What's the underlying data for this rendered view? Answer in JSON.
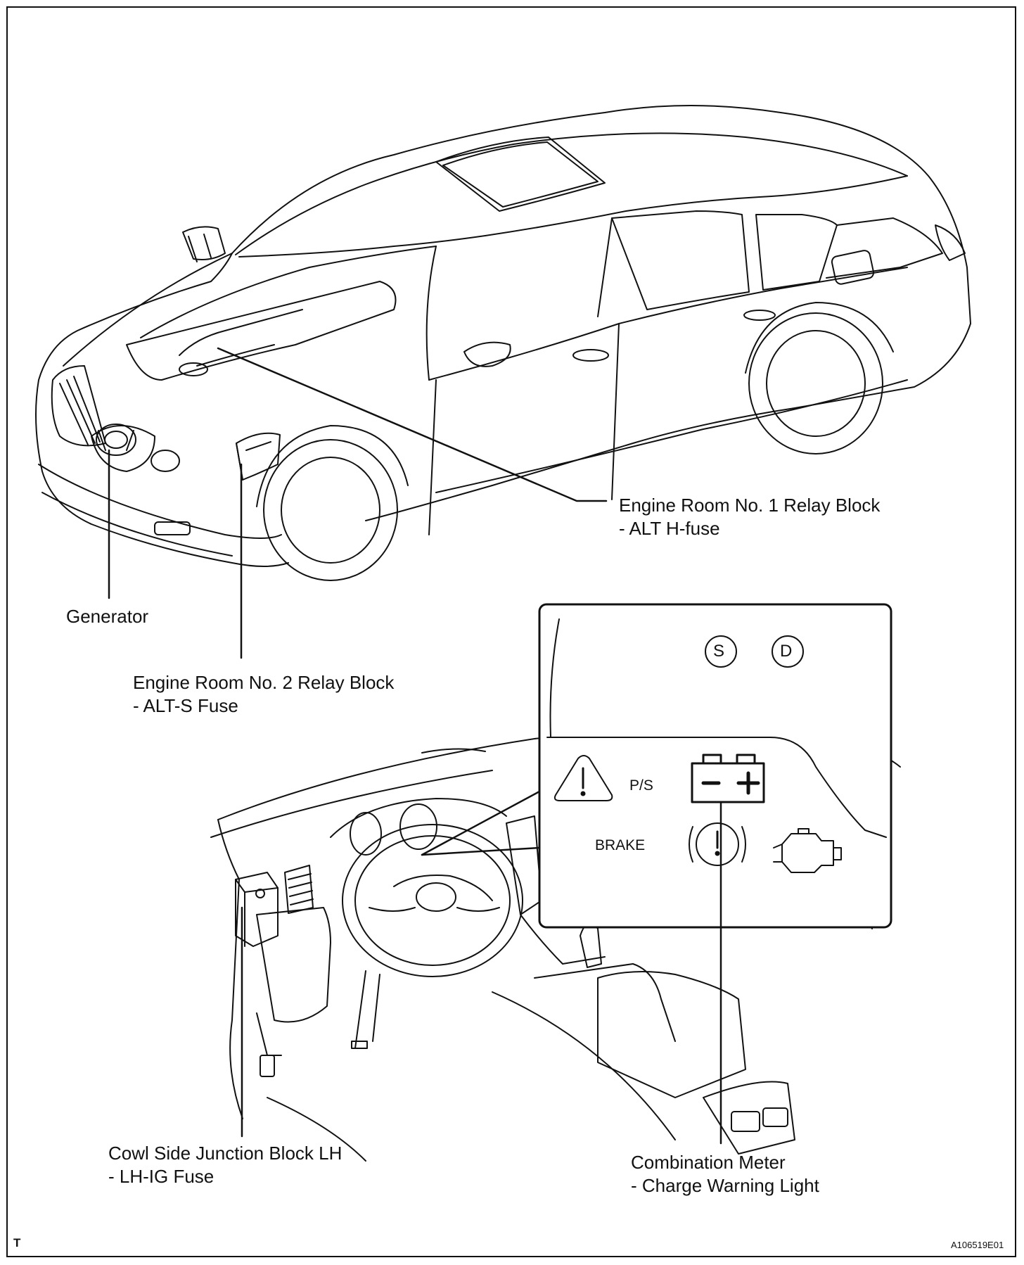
{
  "labels": {
    "relay1_title": "Engine Room No. 1 Relay Block",
    "relay1_sub": "- ALT H-fuse",
    "generator": "Generator",
    "relay2_title": "Engine Room No. 2 Relay Block",
    "relay2_sub": "- ALT-S Fuse",
    "cowl_title": "Cowl Side Junction Block LH",
    "cowl_sub": "- LH-IG Fuse",
    "meter_title": "Combination Meter",
    "meter_sub": "- Charge Warning Light"
  },
  "meter_inset": {
    "indicator_s": "S",
    "indicator_d": "D",
    "ps": "P/S",
    "brake": "BRAKE",
    "battery_minus": "−",
    "battery_plus": "+"
  },
  "corner": {
    "left_mark": "T",
    "figure_code": "A106519E01"
  }
}
